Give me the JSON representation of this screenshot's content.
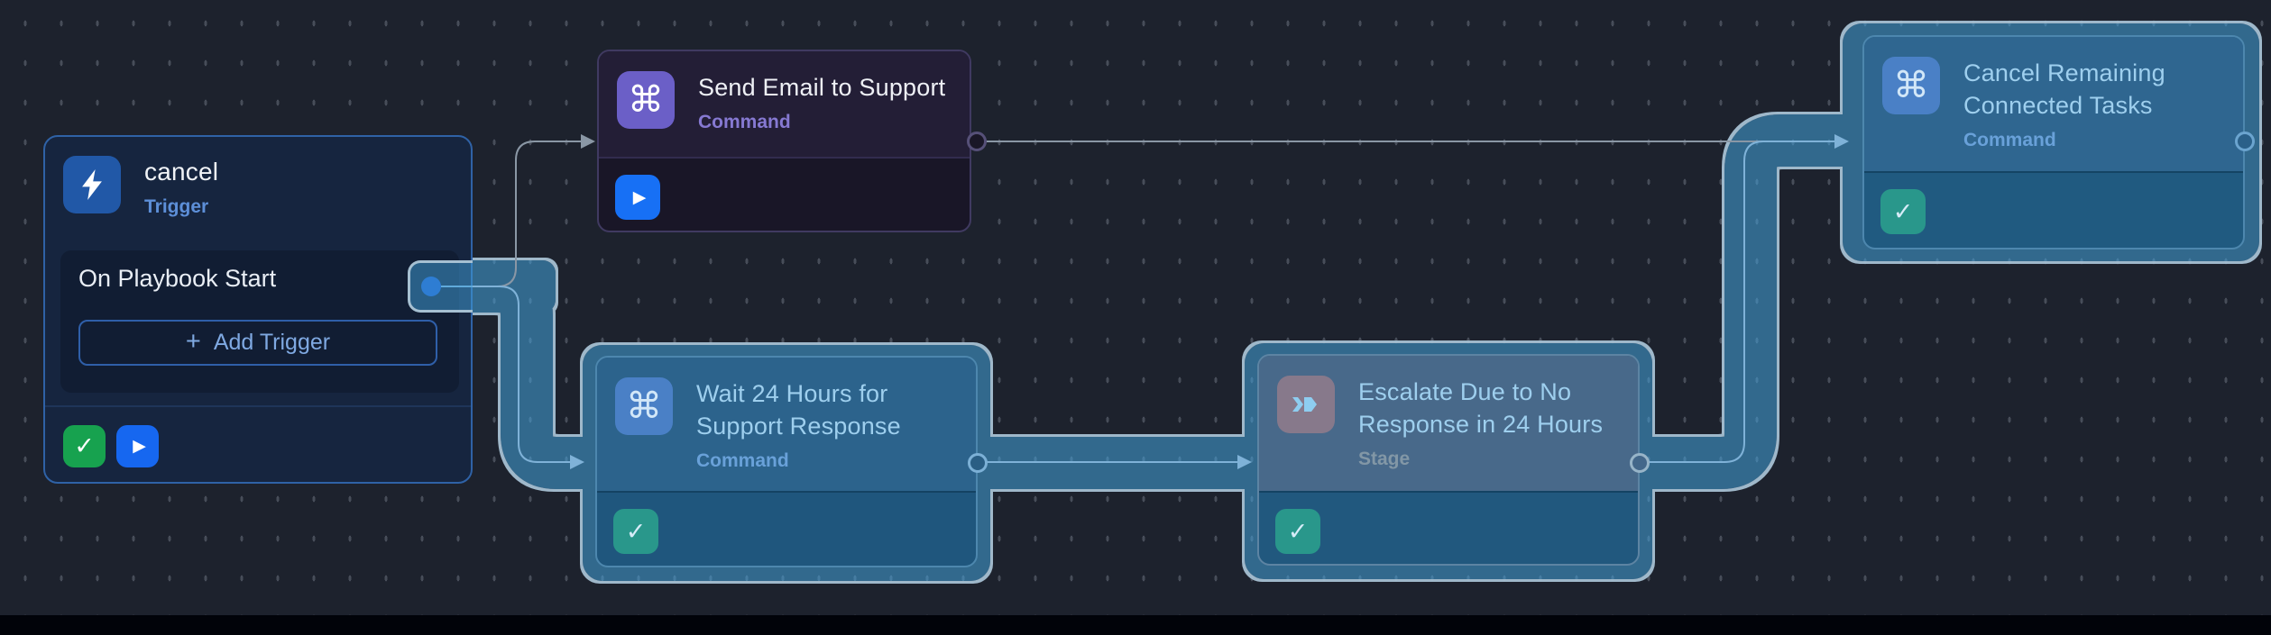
{
  "app": {
    "view": "playbook-workflow-canvas"
  },
  "colors": {
    "canvas_bg": "#1d222d",
    "grid_dot": "#474d59",
    "highlight_fill": "rgba(66,162,220,0.55)",
    "highlight_border": "#a6c0d2",
    "edge_gray": "#8a97a5",
    "edge_blue": "#7fb2d8",
    "trigger_accent": "#2158a7",
    "command_accent_purple": "#6b5fc7",
    "command_accent_blue": "#4a80c6",
    "stage_accent": "#87798b",
    "success_green": "#17a24f",
    "success_teal": "#29978b",
    "run_blue": "#1667f0"
  },
  "nodes": {
    "trigger": {
      "title": "cancel",
      "type_label": "Trigger",
      "icon": "lightning-bolt",
      "panel_title": "On Playbook Start",
      "add_trigger_label": "Add Trigger",
      "plus_glyph": "+",
      "check_glyph": "✓",
      "play_glyph": "▶",
      "highlighted": false
    },
    "send_email": {
      "title": "Send Email to Support",
      "type_label": "Command",
      "icon_glyph": "⌘",
      "play_glyph": "▶",
      "highlighted": false
    },
    "wait": {
      "title": "Wait 24 Hours for Support Response",
      "type_label": "Command",
      "icon_glyph": "⌘",
      "check_glyph": "✓",
      "highlighted": true
    },
    "escalate": {
      "title": "Escalate Due to No Response in 24 Hours",
      "type_label": "Stage",
      "icon": "fast-forward-chevrons",
      "check_glyph": "✓",
      "highlighted": true
    },
    "cancel_tasks": {
      "title": "Cancel Remaining Connected Tasks",
      "type_label": "Command",
      "icon_glyph": "⌘",
      "check_glyph": "✓",
      "highlighted": true
    }
  },
  "edges": [
    {
      "from": "trigger",
      "to": "send_email",
      "highlighted": false
    },
    {
      "from": "trigger",
      "to": "wait",
      "highlighted": true
    },
    {
      "from": "wait",
      "to": "escalate",
      "highlighted": true
    },
    {
      "from": "escalate",
      "to": "cancel_tasks",
      "highlighted": true
    },
    {
      "from": "send_email",
      "to": "cancel_tasks",
      "highlighted": false
    }
  ]
}
